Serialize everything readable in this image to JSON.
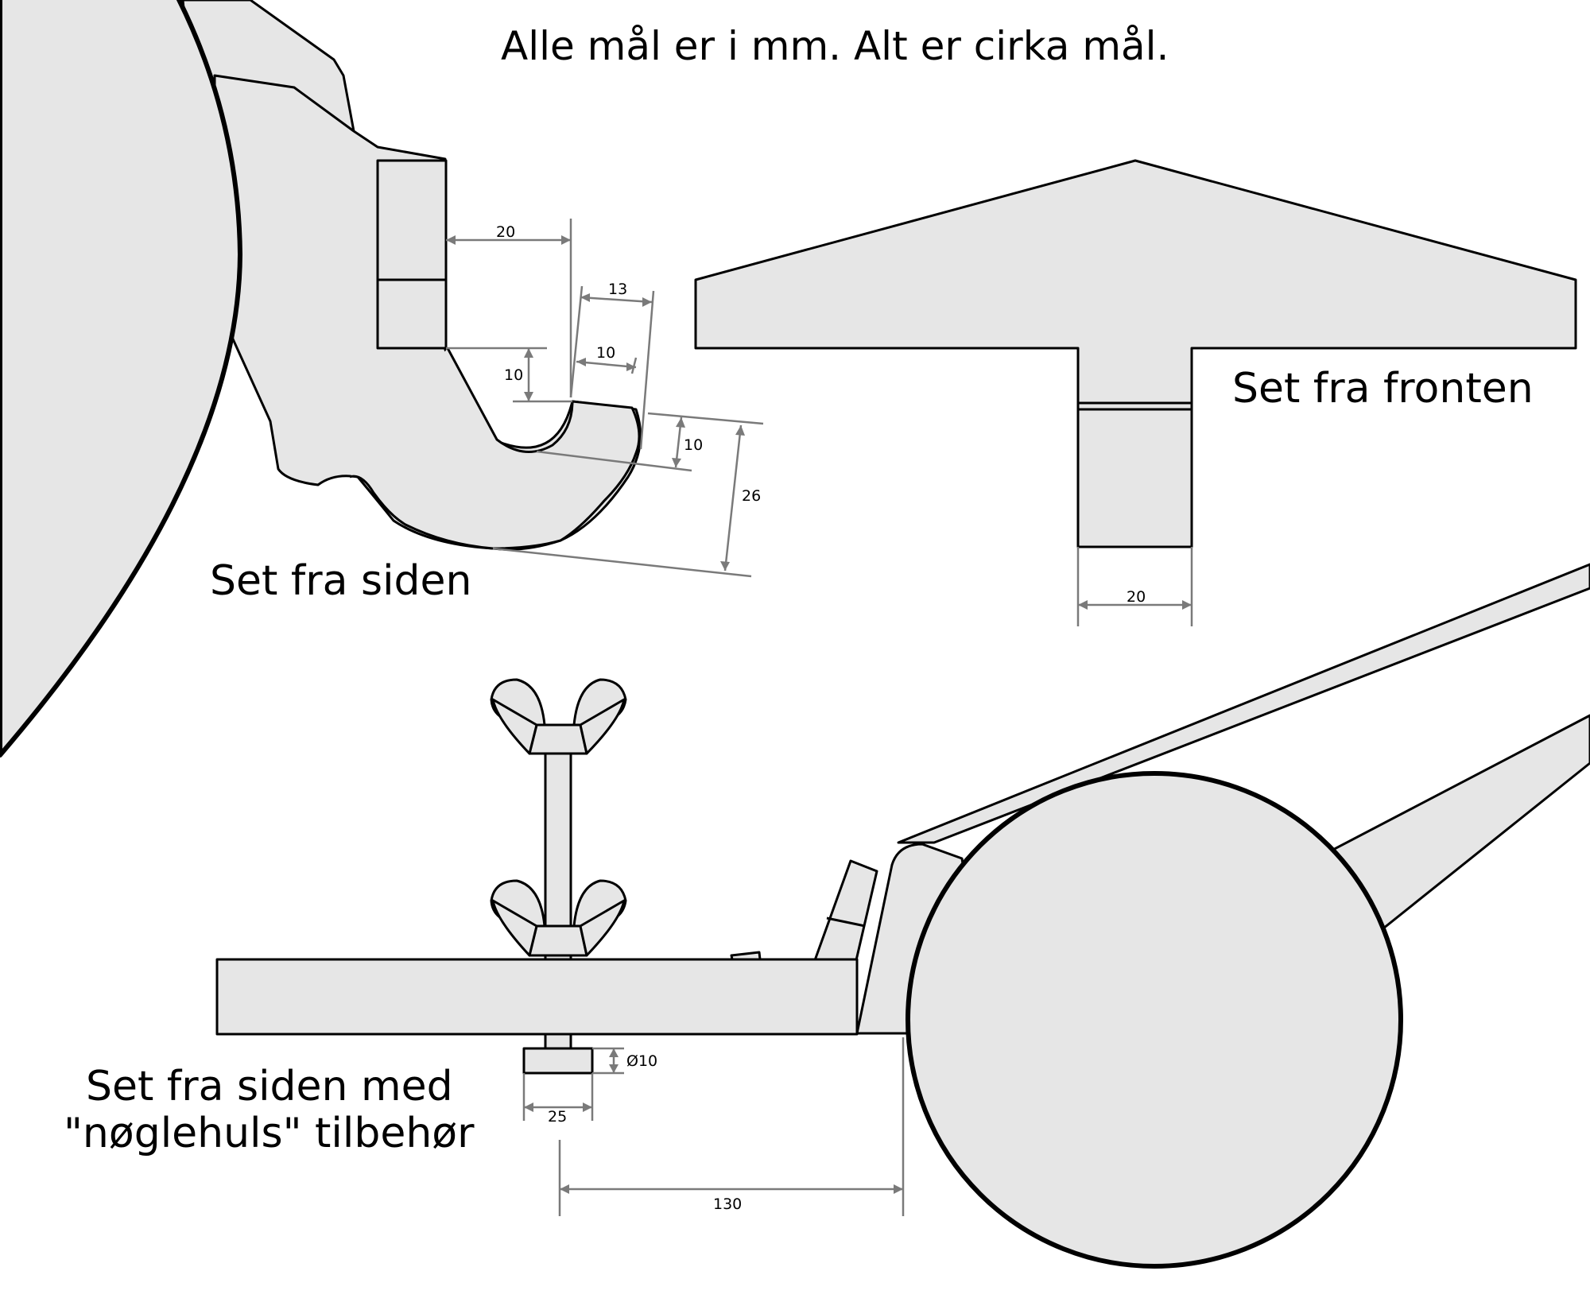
{
  "title": "Alle mål er i mm. Alt er cirka mål.",
  "views": {
    "side": {
      "label": "Set fra siden"
    },
    "front": {
      "label": "Set fra fronten"
    },
    "keyhole": {
      "label_line1": "Set fra siden med",
      "label_line2": "\"nøglehuls\" tilbehør"
    }
  },
  "dimensions": {
    "side_gap": "20",
    "side_hook_width": "13",
    "side_hook_inner": "10",
    "side_drop": "10",
    "side_hook_depth": "10",
    "side_total_height": "26",
    "front_width": "20",
    "bolt_diameter": "Ø10",
    "bolt_head_width": "25",
    "distance_to_wheel": "130"
  },
  "colors": {
    "fill": "#e6e6e6",
    "stroke": "#000000",
    "dimension": "#7a7a7a"
  }
}
